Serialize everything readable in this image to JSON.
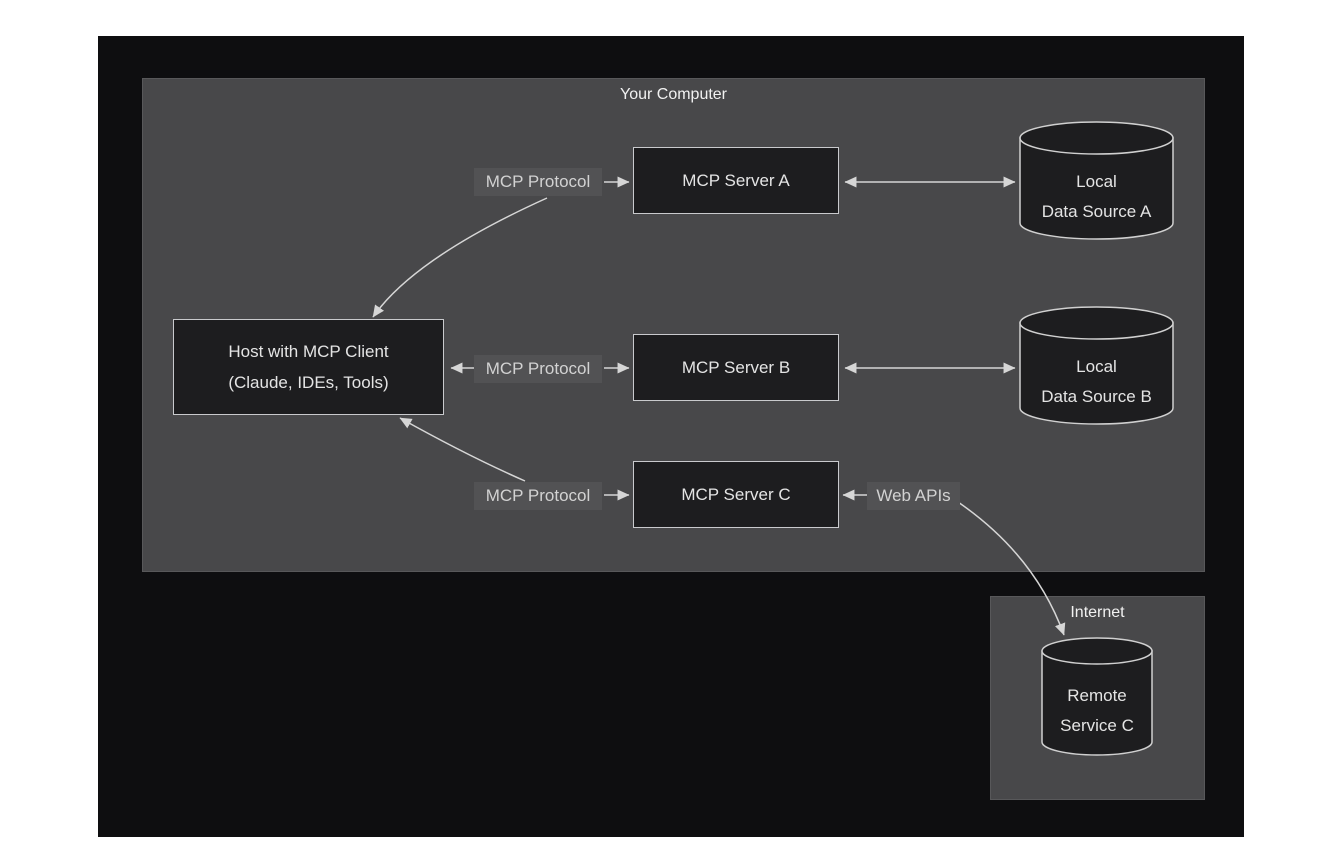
{
  "diagram": {
    "your_computer_panel": {
      "title": "Your Computer"
    },
    "internet_panel": {
      "title": "Internet"
    },
    "nodes": {
      "host": {
        "label": "Host with MCP Client\n(Claude, IDEs, Tools)"
      },
      "server_a": {
        "label": "MCP Server A"
      },
      "server_b": {
        "label": "MCP Server B"
      },
      "server_c": {
        "label": "MCP Server C"
      },
      "data_source_a": {
        "label": "Local\nData Source A"
      },
      "data_source_b": {
        "label": "Local\nData Source B"
      },
      "remote_service_c": {
        "label": "Remote\nService C"
      }
    },
    "edge_labels": {
      "mcp_protocol_a": "MCP Protocol",
      "mcp_protocol_b": "MCP Protocol",
      "mcp_protocol_c": "MCP Protocol",
      "web_apis": "Web APIs"
    },
    "colors": {
      "canvas_bg": "#0e0e10",
      "panel_bg": "#48484a",
      "node_bg": "#1d1d1f",
      "node_border": "#c9cacd",
      "edge_label_bg": "#525254",
      "arrow": "#d6d6d6",
      "text": "#e4e4e4"
    }
  }
}
